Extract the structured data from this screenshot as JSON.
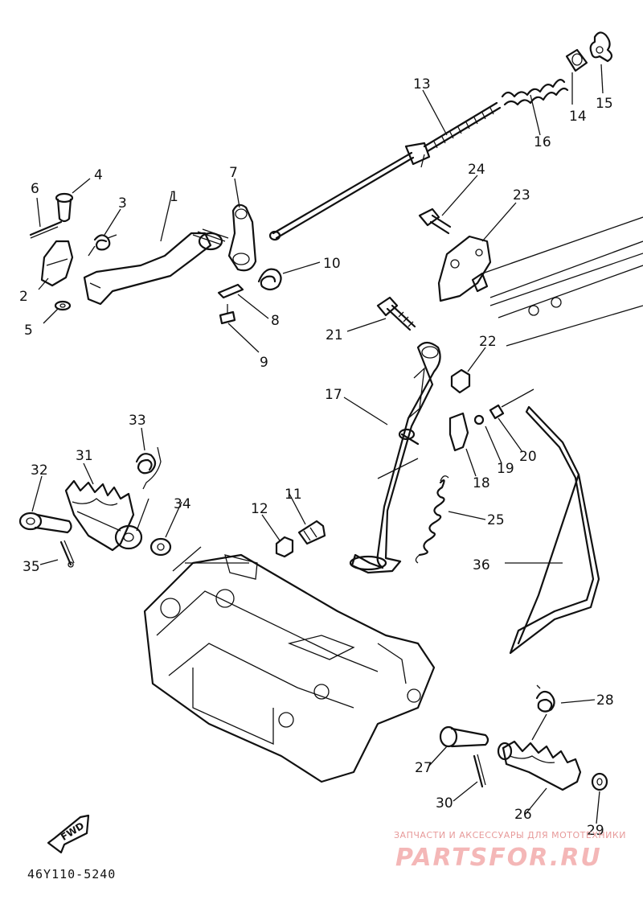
{
  "diagram_code": "46Y110-5240",
  "fwd_label": "FWD",
  "watermark": {
    "line1": "ЗАПЧАСТИ И АКСЕССУАРЫ ДЛЯ МОТОТЕХНИКИ",
    "line2": "PARTSFOR.RU"
  },
  "callouts": [
    {
      "id": "1",
      "label": "1"
    },
    {
      "id": "2",
      "label": "2"
    },
    {
      "id": "3",
      "label": "3"
    },
    {
      "id": "4",
      "label": "4"
    },
    {
      "id": "5",
      "label": "5"
    },
    {
      "id": "6",
      "label": "6"
    },
    {
      "id": "7",
      "label": "7"
    },
    {
      "id": "8",
      "label": "8"
    },
    {
      "id": "9",
      "label": "9"
    },
    {
      "id": "10",
      "label": "10"
    },
    {
      "id": "11",
      "label": "11"
    },
    {
      "id": "12",
      "label": "12"
    },
    {
      "id": "13",
      "label": "13"
    },
    {
      "id": "14",
      "label": "14"
    },
    {
      "id": "15",
      "label": "15"
    },
    {
      "id": "16",
      "label": "16"
    },
    {
      "id": "17",
      "label": "17"
    },
    {
      "id": "18",
      "label": "18"
    },
    {
      "id": "19",
      "label": "19"
    },
    {
      "id": "20",
      "label": "20"
    },
    {
      "id": "21",
      "label": "21"
    },
    {
      "id": "22",
      "label": "22"
    },
    {
      "id": "23",
      "label": "23"
    },
    {
      "id": "24",
      "label": "24"
    },
    {
      "id": "25",
      "label": "25"
    },
    {
      "id": "26",
      "label": "26"
    },
    {
      "id": "27",
      "label": "27"
    },
    {
      "id": "28",
      "label": "28"
    },
    {
      "id": "29",
      "label": "29"
    },
    {
      "id": "30",
      "label": "30"
    },
    {
      "id": "31",
      "label": "31"
    },
    {
      "id": "32",
      "label": "32"
    },
    {
      "id": "33",
      "label": "33"
    },
    {
      "id": "34",
      "label": "34"
    },
    {
      "id": "35",
      "label": "35"
    },
    {
      "id": "36",
      "label": "36"
    }
  ]
}
